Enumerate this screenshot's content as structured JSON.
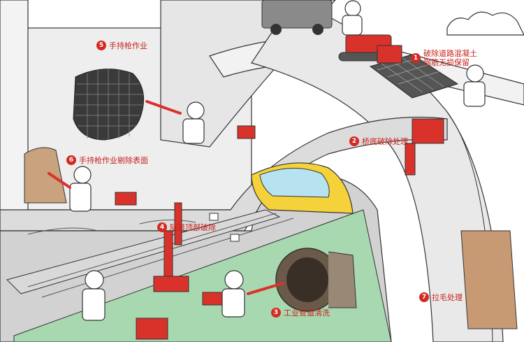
{
  "colors": {
    "accent_red": "#d42a22",
    "label_red": "#c8221c",
    "track_green": "#a8d8b0",
    "tunnel_grey": "#cfcfcf",
    "train_yellow": "#f6d23a",
    "road_grey": "#e9e9e9",
    "concrete_grey": "#dcdcdc",
    "rough_surface_brown": "#c79a74"
  },
  "icons": [
    "hydro-demolition-robot-icon",
    "high-pressure-pump-icon",
    "water-lance-icon",
    "worker-icon",
    "train-icon",
    "pipe-icon",
    "warning-sign-icon"
  ],
  "labels": {
    "l1": {
      "num": "1",
      "line1": "破除道路混凝土",
      "line2": "钢筋无损保留"
    },
    "l2": {
      "num": "2",
      "text": "桥底破除处理"
    },
    "l3": {
      "num": "3",
      "text": "工业管道清洗"
    },
    "l4": {
      "num": "4",
      "text": "隧道顶部破除"
    },
    "l5": {
      "num": "5",
      "text": "手持枪作业"
    },
    "l6": {
      "num": "6",
      "text": "手持枪作业剔除表面"
    },
    "l7": {
      "num": "7",
      "text": "拉毛处理"
    }
  }
}
